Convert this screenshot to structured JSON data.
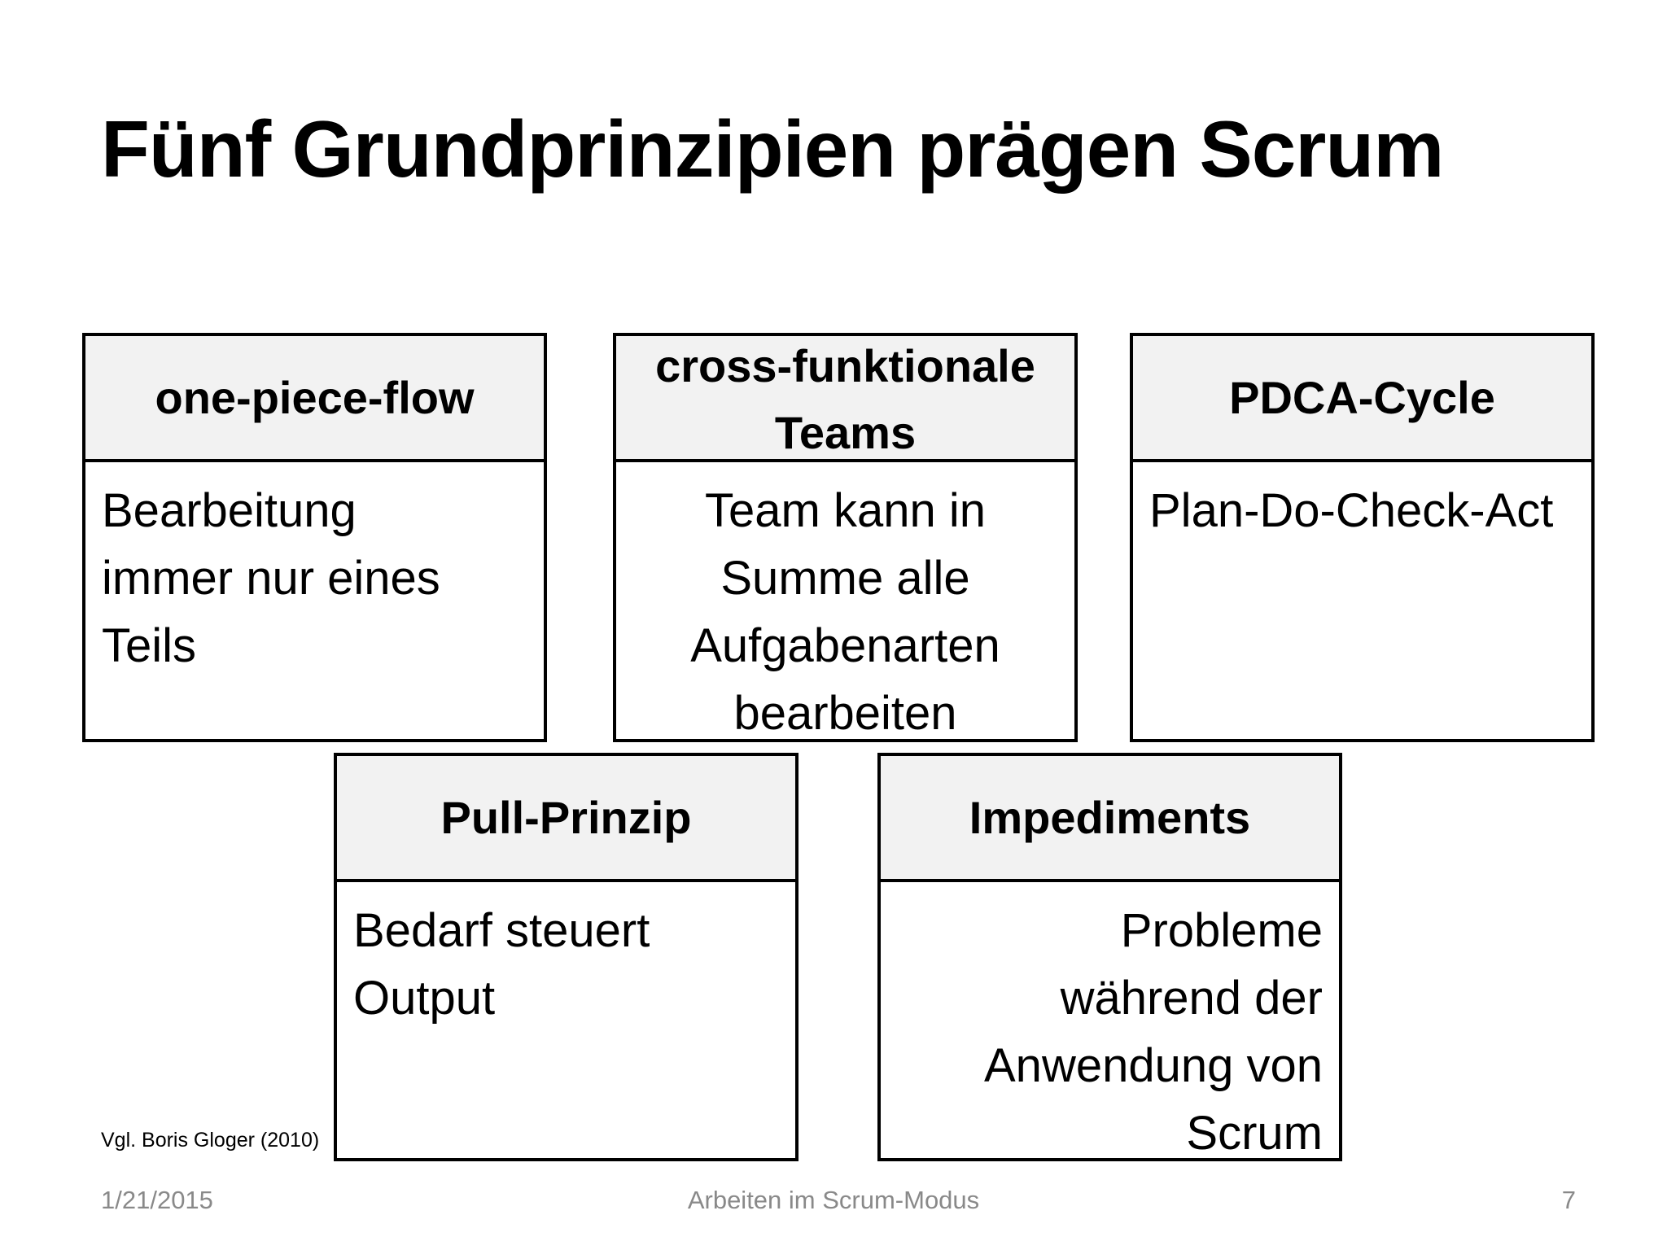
{
  "slide": {
    "title": "Fünf Grundprinzipien prägen Scrum",
    "source_note": "Vgl. Boris Gloger (2010)"
  },
  "principles": [
    {
      "header": "one-piece-flow",
      "body": "Bearbeitung\nimmer nur eines\nTeils"
    },
    {
      "header": "cross-funktionale\nTeams",
      "body": "Team kann in\nSumme alle\nAufgabenarten\nbearbeiten"
    },
    {
      "header": "PDCA-Cycle",
      "body": "Plan-Do-Check-Act"
    },
    {
      "header": "Pull-Prinzip",
      "body": "Bedarf steuert\nOutput"
    },
    {
      "header": "Impediments",
      "body": "Probleme\nwährend der\nAnwendung von\nScrum"
    }
  ],
  "footer": {
    "date": "1/21/2015",
    "center": "Arbeiten im Scrum-Modus",
    "page": "7"
  }
}
